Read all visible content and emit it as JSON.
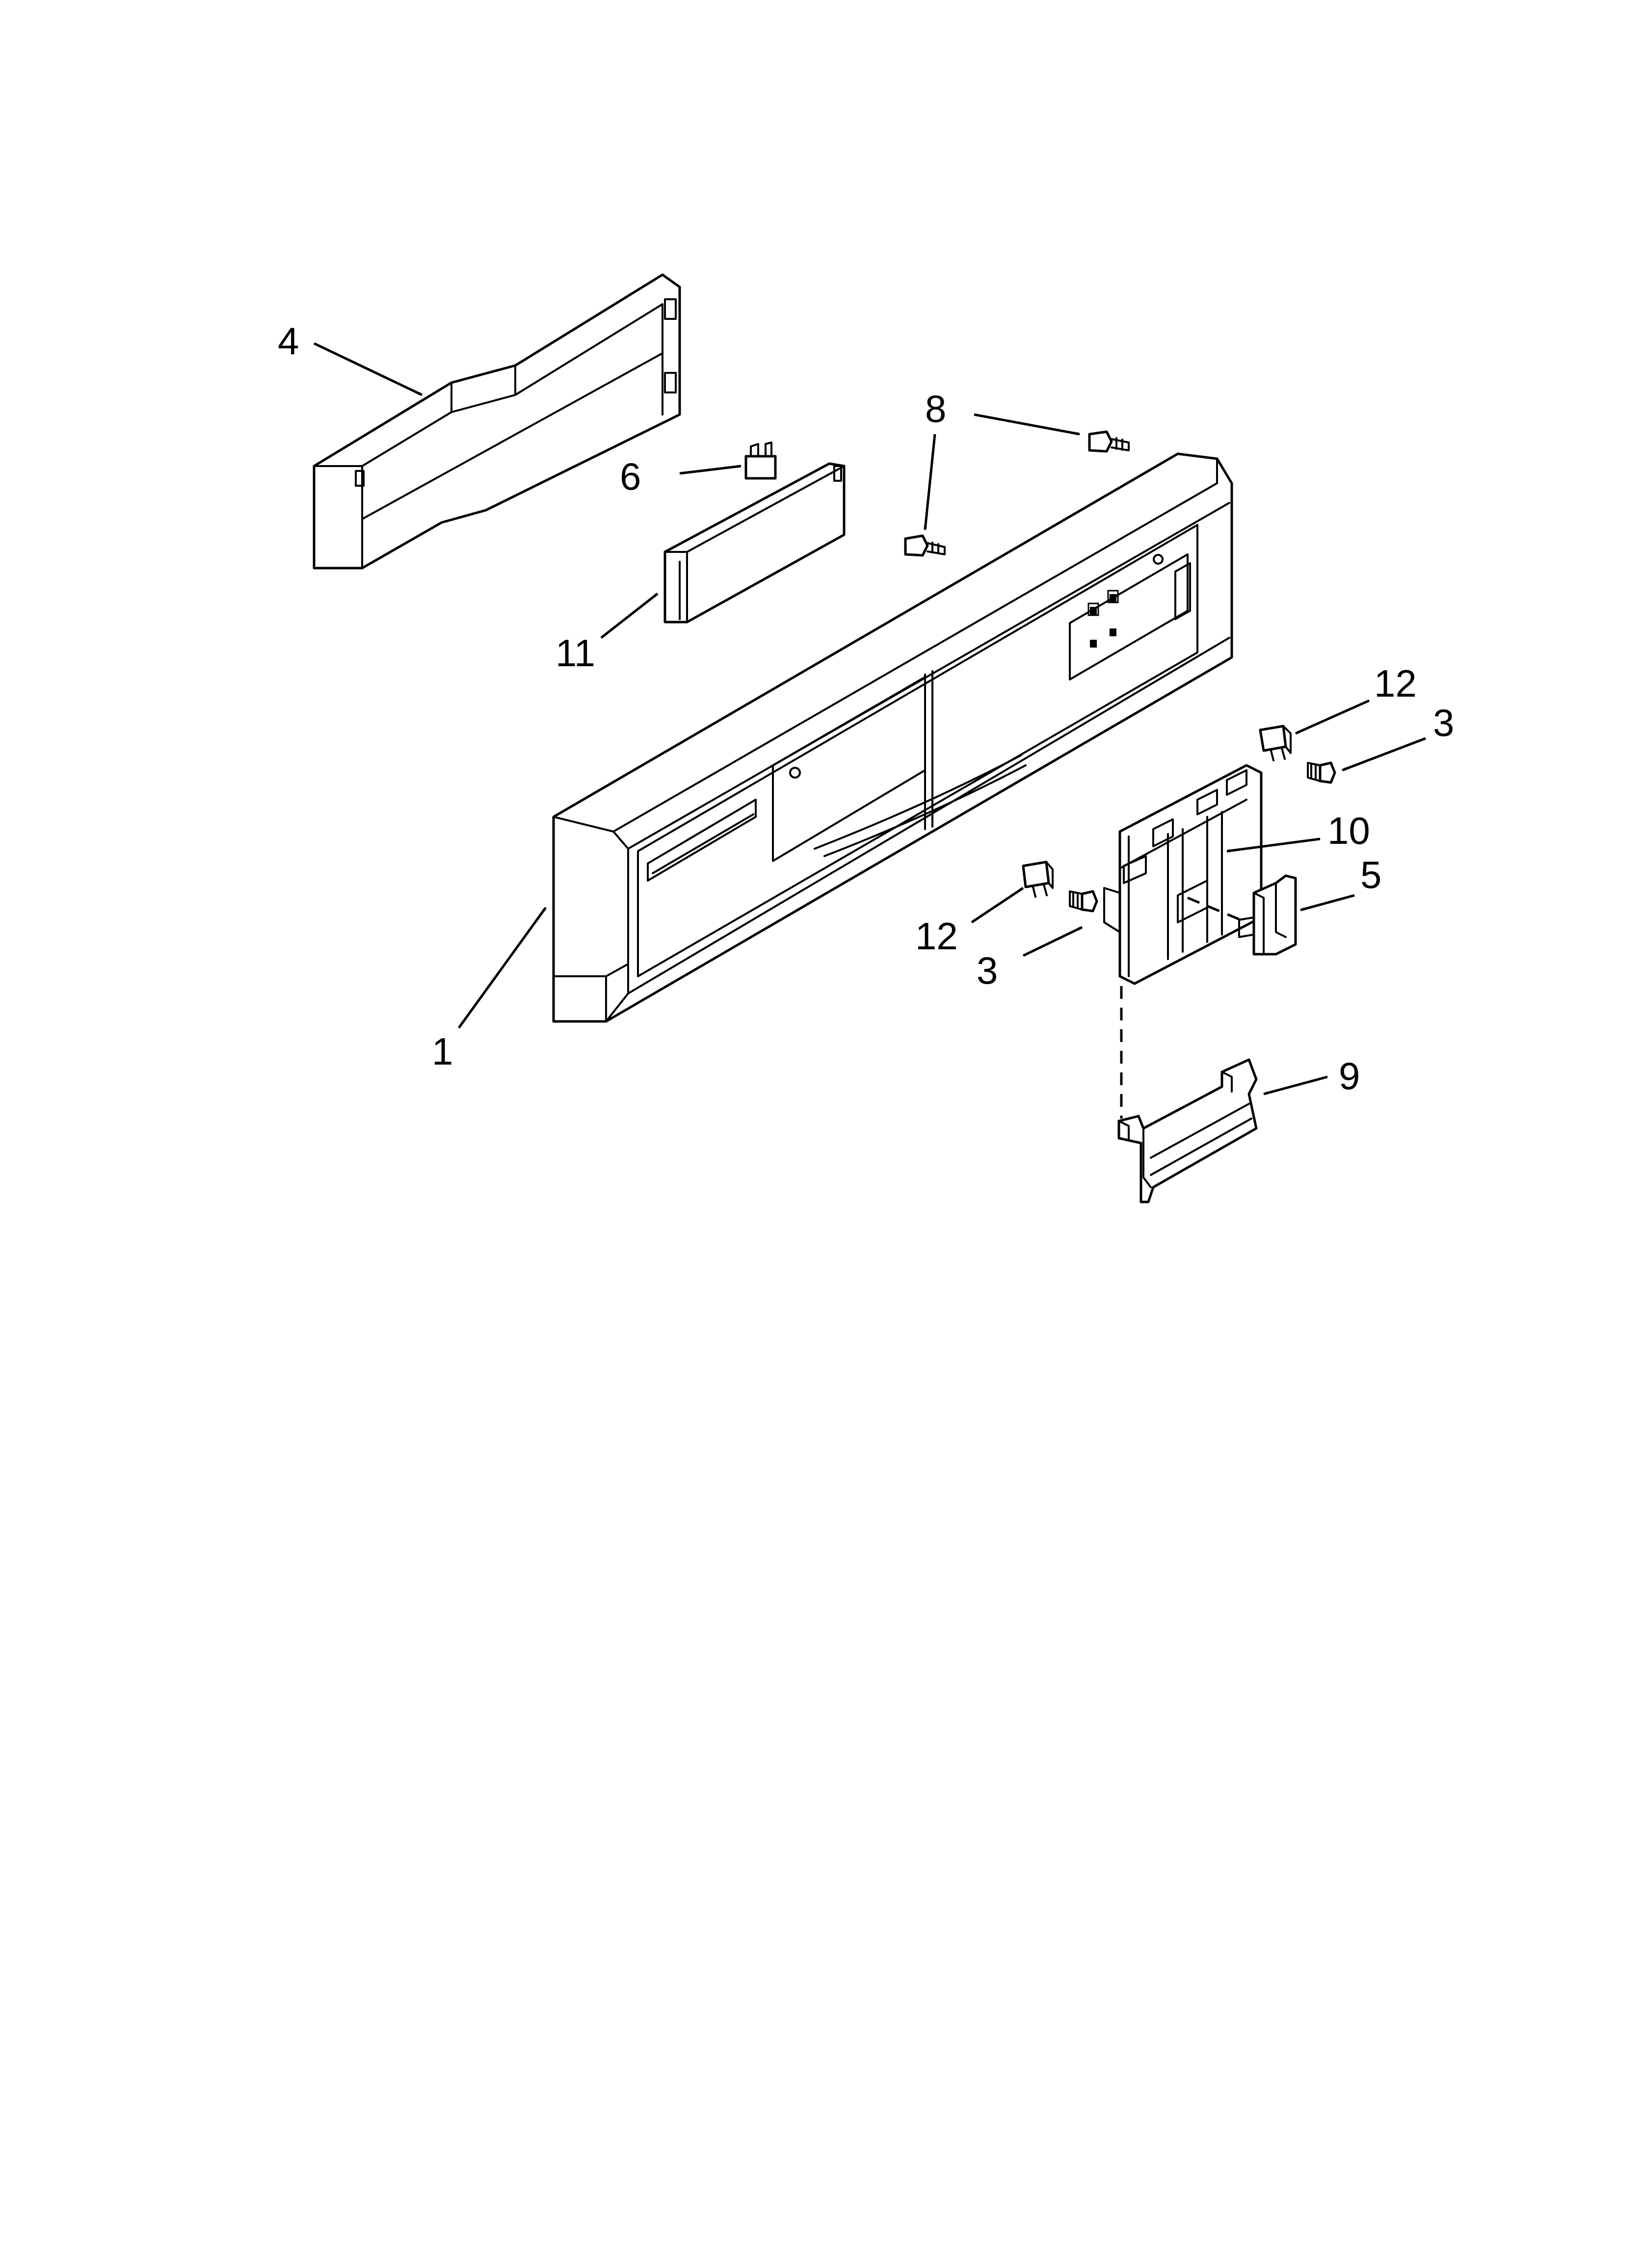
{
  "callouts": {
    "c1": "1",
    "c3a": "3",
    "c3b": "3",
    "c4": "4",
    "c5": "5",
    "c6": "6",
    "c8": "8",
    "c9": "9",
    "c10": "10",
    "c11": "11",
    "c12a": "12",
    "c12b": "12"
  }
}
